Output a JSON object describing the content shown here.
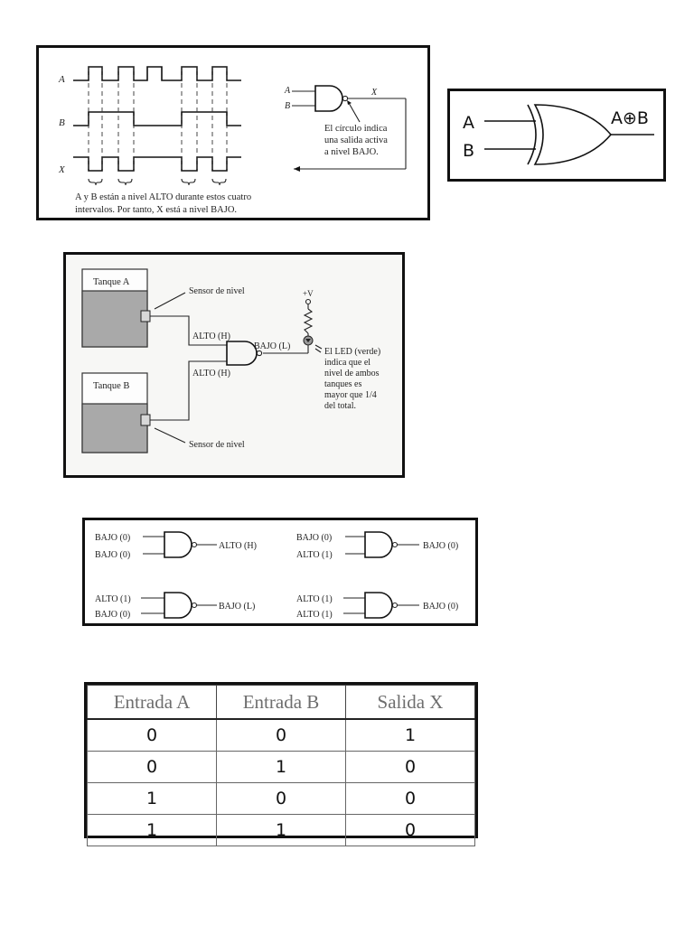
{
  "timing": {
    "label_a": "A",
    "label_b": "B",
    "label_x": "X",
    "gate_in_a": "A",
    "gate_in_b": "B",
    "gate_out": "X",
    "note_line1": "El círculo indica",
    "note_line2": "una salida activa",
    "note_line3": "a nivel BAJO.",
    "caption_line1": "A y B están a nivel ALTO durante estos cuatro",
    "caption_line2": "intervalos. Por tanto, X está a nivel BAJO."
  },
  "xor": {
    "in_a": "A",
    "in_b": "B",
    "out": "A⊕B"
  },
  "tanks": {
    "tank_a": "Tanque A",
    "tank_b": "Tanque B",
    "sensor_top": "Sensor de nivel",
    "sensor_bottom": "Sensor de nivel",
    "alto_top": "ALTO (H)",
    "alto_bottom": "ALTO (H)",
    "bajo": "BAJO (L)",
    "vcc": "+V",
    "led_line1": "El LED (verde)",
    "led_line2": "indica que el",
    "led_line3": "nivel de ambos",
    "led_line4": "tanques es",
    "led_line5": "mayor que 1/4",
    "led_line6": "del total."
  },
  "gates": [
    {
      "in1": "BAJO (0)",
      "in2": "BAJO (0)",
      "out": "ALTO (H)"
    },
    {
      "in1": "BAJO (0)",
      "in2": "ALTO (1)",
      "out": "BAJO (0)"
    },
    {
      "in1": "ALTO (1)",
      "in2": "BAJO (0)",
      "out": "BAJO (L)"
    },
    {
      "in1": "ALTO (1)",
      "in2": "ALTO (1)",
      "out": "BAJO (0)"
    }
  ],
  "truth_table": {
    "headers": [
      "Entrada A",
      "Entrada B",
      "Salida X"
    ],
    "rows": [
      [
        "0",
        "0",
        "1"
      ],
      [
        "0",
        "1",
        "0"
      ],
      [
        "1",
        "0",
        "0"
      ],
      [
        "1",
        "1",
        "0"
      ]
    ]
  }
}
